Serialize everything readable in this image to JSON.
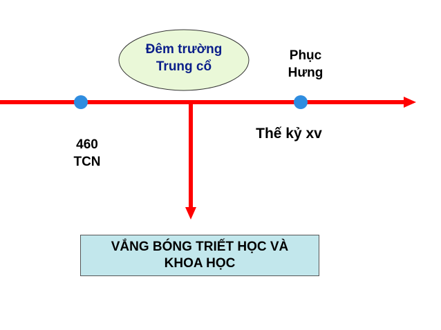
{
  "colors": {
    "timeline": "#ff0000",
    "point": "#2f8de0",
    "ellipse_fill": "#eaf8d8",
    "ellipse_label": "#0b1f8a",
    "box_fill": "#c2e7ec"
  },
  "ellipse_label": {
    "line1": "Đêm trường",
    "line2": "Trung cổ"
  },
  "phuc_hung": {
    "line1": "Phục",
    "line2": "Hưng"
  },
  "century_label": "Thế kỷ xv",
  "start_label": {
    "line1": "460",
    "line2": "TCN"
  },
  "result_box": {
    "line1": "VẮNG BÓNG TRIẾT HỌC VÀ",
    "line2": "KHOA HỌC"
  }
}
